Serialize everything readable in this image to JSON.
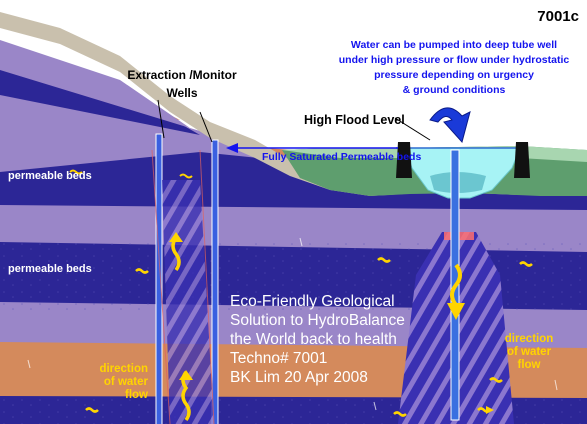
{
  "code_label": "7001c",
  "pump_note": {
    "lines": [
      "Water can be pumped into deep tube well",
      "under high pressure or flow under hydrostatic",
      "pressure depending on urgency",
      "& ground conditions"
    ]
  },
  "wells_label": {
    "line1": "Extraction /Monitor",
    "line2": "Wells"
  },
  "flood_label": "High Flood Level",
  "saturated_label": "Fully Saturated Permeable beds",
  "permeable_beds": [
    "permeable beds",
    "permeable beds"
  ],
  "eco_text": {
    "lines": [
      "Eco-Friendly Geological",
      "Solution to HydroBalance",
      "the World back to health",
      "Techno# 7001",
      "BK Lim  20 Apr 2008"
    ]
  },
  "flow_left": {
    "line1": "direction",
    "line2": "of water",
    "line3": "flow"
  },
  "flow_right": {
    "line1": "direction",
    "line2": "of water",
    "line3": "flow"
  },
  "colors": {
    "sky": "#ffffff",
    "purple_bed": "#2c2696",
    "lavender_bed": "#9a86c8",
    "orange_bed": "#d48a5c",
    "topsoil": "#c9c0ad",
    "grass": "#5e9e6e",
    "water": "#a7f3f5",
    "text_blue": "#1414ee",
    "arrow_yellow": "#ffd400"
  }
}
